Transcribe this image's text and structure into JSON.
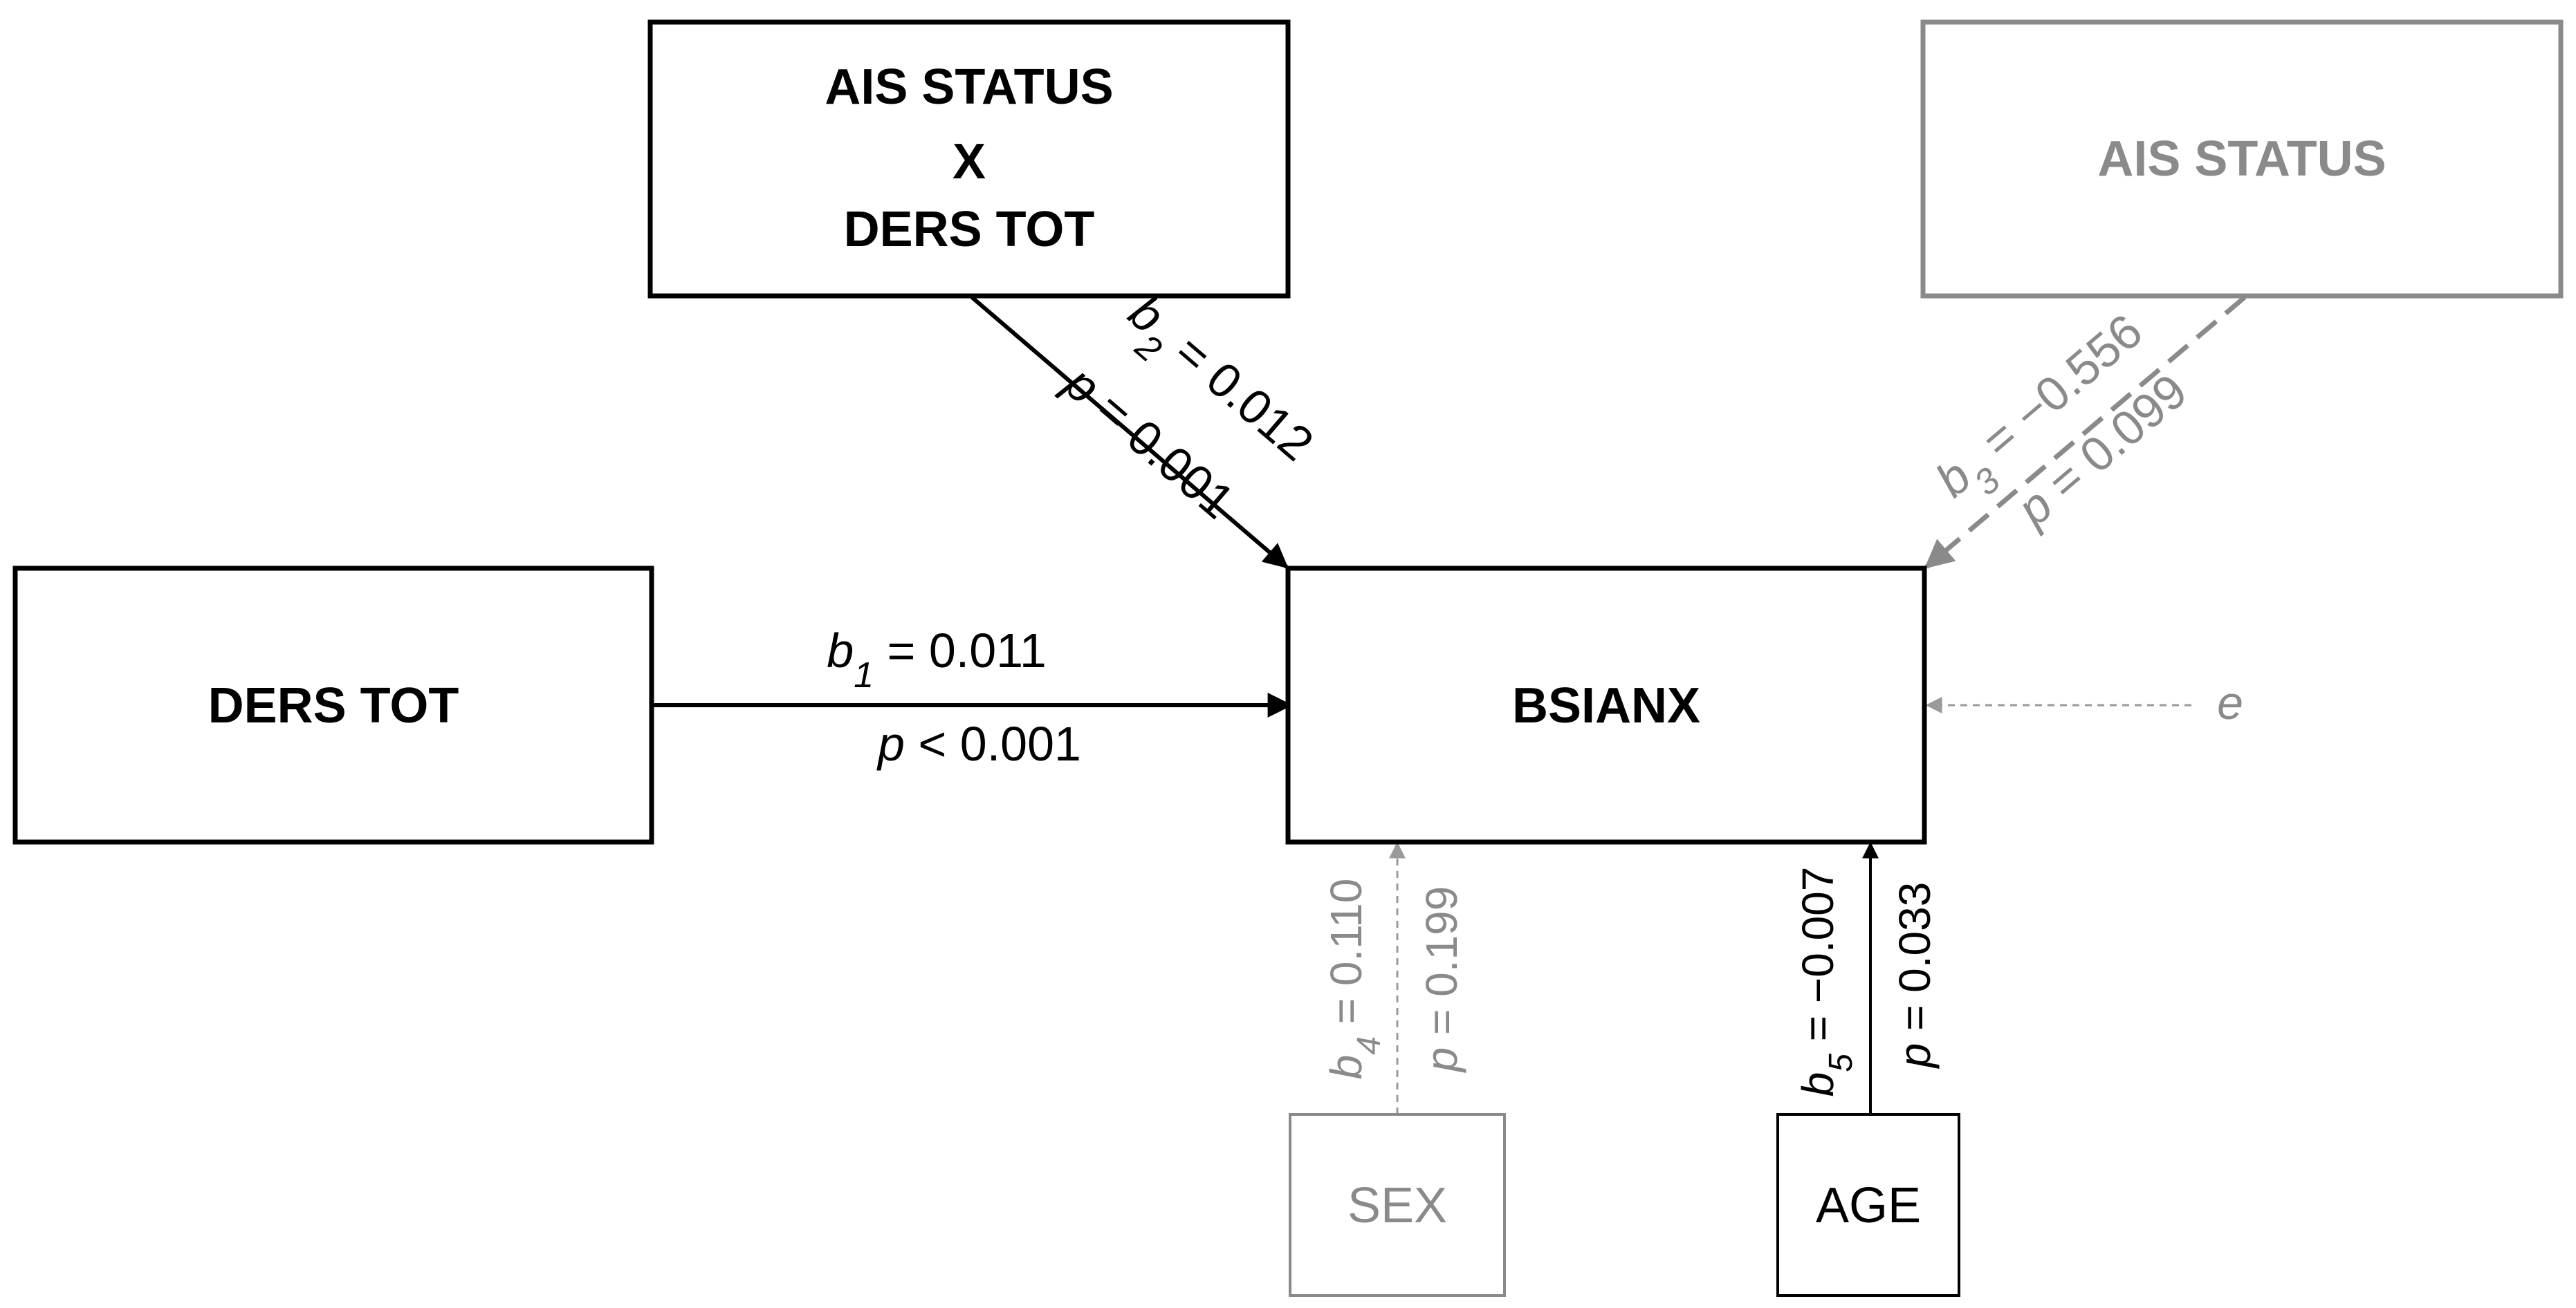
{
  "colors": {
    "black": "#000000",
    "gray": "#8a8a8a",
    "light_gray": "#9a9a9a"
  },
  "nodes": {
    "interaction": {
      "line1": "AIS STATUS",
      "line2": "X",
      "line3": "DERS TOT"
    },
    "ais_status": {
      "label": "AIS STATUS"
    },
    "ders_tot": {
      "label": "DERS TOT"
    },
    "bsianx": {
      "label": "BSIANX"
    },
    "sex": {
      "label": "SEX"
    },
    "age": {
      "label": "AGE"
    },
    "error": {
      "label": "e"
    }
  },
  "paths": {
    "b1": {
      "coef_symbol": "b",
      "coef_sub": "1",
      "coef_value": " = 0.011",
      "p_symbol": "p",
      "p_text": " < 0.001"
    },
    "b2": {
      "coef_symbol": "b",
      "coef_sub": "2",
      "coef_value": " = 0.012",
      "p_symbol": "p",
      "p_text": " = 0.001"
    },
    "b3": {
      "coef_symbol": "b",
      "coef_sub": "3",
      "coef_value": " = −0.556",
      "p_symbol": "p",
      "p_text": " = 0.099"
    },
    "b4": {
      "coef_symbol": "b",
      "coef_sub": "4",
      "coef_value": " = 0.110",
      "p_symbol": "p",
      "p_text": " = 0.199"
    },
    "b5": {
      "coef_symbol": "b",
      "coef_sub": "5",
      "coef_value": " = −0.007",
      "p_symbol": "p",
      "p_text": " = 0.033"
    }
  }
}
